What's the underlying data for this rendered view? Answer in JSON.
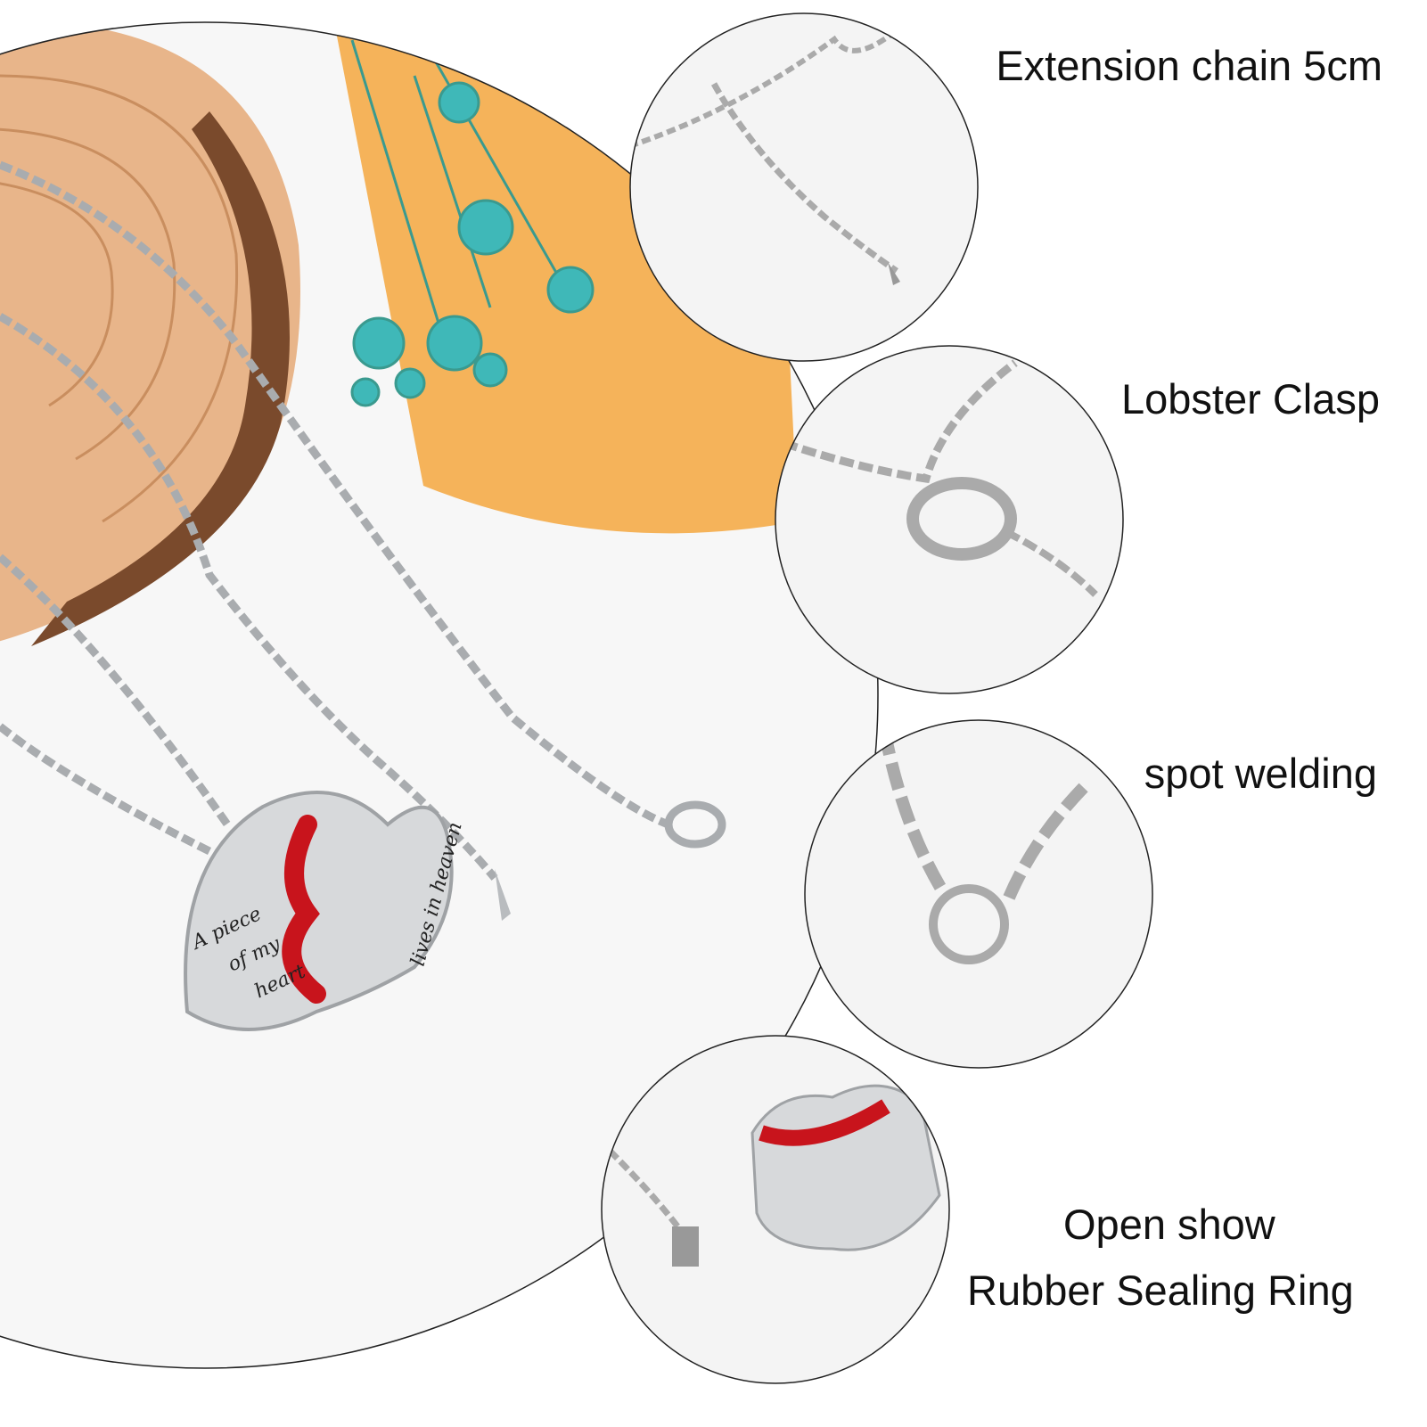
{
  "labels": {
    "extension": "Extension chain 5cm",
    "clasp": "Lobster Clasp",
    "welding": "spot welding",
    "open_line1": "Open show",
    "open_line2": "Rubber Sealing Ring"
  },
  "engraving": {
    "line1": "A piece",
    "line2": "of my",
    "line3": "heart",
    "line4": "lives in heaven"
  },
  "colors": {
    "enamel_red": "#c8141c",
    "silver": "#c9cbcd",
    "wood": "#e8b58a",
    "flowers": "#3fb8b8",
    "accent_orange": "#f5b35a"
  }
}
